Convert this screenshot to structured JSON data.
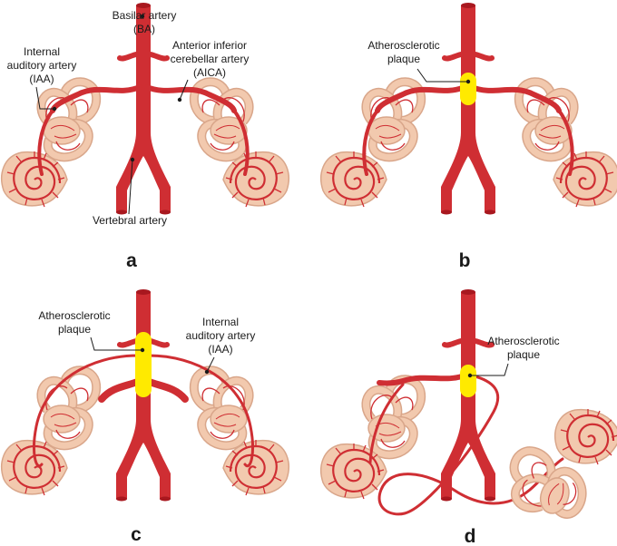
{
  "colors": {
    "artery": "#cf2e33",
    "artery_dark": "#a8181f",
    "plaque": "#ffea00",
    "labyrinth_fill": "#f2c9ae",
    "labyrinth_stroke": "#d9a68a",
    "text": "#1a1a1a"
  },
  "panels": {
    "a": {
      "letter": "a",
      "labels": {
        "ba_line1": "Basilar artery",
        "ba_line2": "(BA)",
        "iaa_line1": "Internal",
        "iaa_line2": "auditory artery",
        "iaa_line3": "(IAA)",
        "aica_line1": "Anterior inferior",
        "aica_line2": "cerebellar artery",
        "aica_line3": "(AICA)",
        "vertebral": "Vertebral artery"
      }
    },
    "b": {
      "letter": "b",
      "labels": {
        "plaque_line1": "Atherosclerotic",
        "plaque_line2": "plaque"
      }
    },
    "c": {
      "letter": "c",
      "labels": {
        "plaque_line1": "Atherosclerotic",
        "plaque_line2": "plaque",
        "iaa_line1": "Internal",
        "iaa_line2": "auditory artery",
        "iaa_line3": "(IAA)"
      }
    },
    "d": {
      "letter": "d",
      "labels": {
        "plaque_line1": "Atherosclerotic",
        "plaque_line2": "plaque"
      }
    }
  }
}
